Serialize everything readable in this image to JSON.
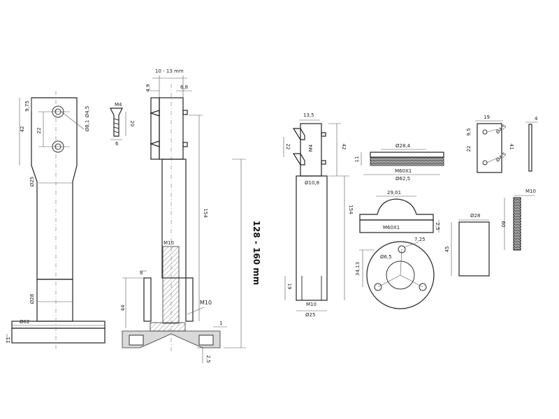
{
  "colors": {
    "line": "#333333",
    "background": "#ffffff",
    "hatch": "#666666"
  },
  "view1": {
    "d_9_75": "9,75",
    "d_42": "42",
    "d_22": "22",
    "d_4_5": "Ø4,5",
    "d_8_1": "Ø8,1",
    "d_25": "Ø25",
    "d_28": "Ø28",
    "d_62": "Ø62",
    "d_11": "11"
  },
  "screw": {
    "thread": "M4",
    "length": "20",
    "head": "6"
  },
  "view2": {
    "range_top": "10 - 13 mm",
    "d_4_9": "4,9",
    "d_6_8": "6,8",
    "d_154": "154",
    "thread_top": "M10",
    "thread_bottom": "M10",
    "d_44": "44",
    "d_8": "8",
    "d_1": "1",
    "d_2_5": "2,5",
    "height_range": "128 - 160 mm"
  },
  "view3": {
    "d_13_5": "13,5",
    "d_22": "22",
    "thread": "M4",
    "d_42": "42",
    "d_10_8": "Ø10,8",
    "d_154": "154",
    "d_19": "19",
    "thread_bottom": "M10",
    "d_25": "Ø25"
  },
  "nut_side": {
    "d_28_4": "Ø28,4",
    "d_11": "11",
    "thread": "M60X1",
    "d_62_5": "Ø62,5"
  },
  "flange": {
    "d_29_01": "29,01",
    "thread": "M60X1",
    "d_2_5": "2,5"
  },
  "disc": {
    "d_7_25": "7,25",
    "d_6_5": "Ø6,5",
    "d_34_13": "34,13"
  },
  "plate": {
    "d_19": "19",
    "d_9_5": "9,5",
    "d_4_5a": "Ø4,5",
    "d_22": "22",
    "d_41": "41",
    "d_4_5b": "Ø4,5",
    "d_4": "4"
  },
  "sleeve": {
    "d_28": "Ø28",
    "d_45": "45"
  },
  "rod": {
    "thread": "M10",
    "d_60": "60"
  }
}
